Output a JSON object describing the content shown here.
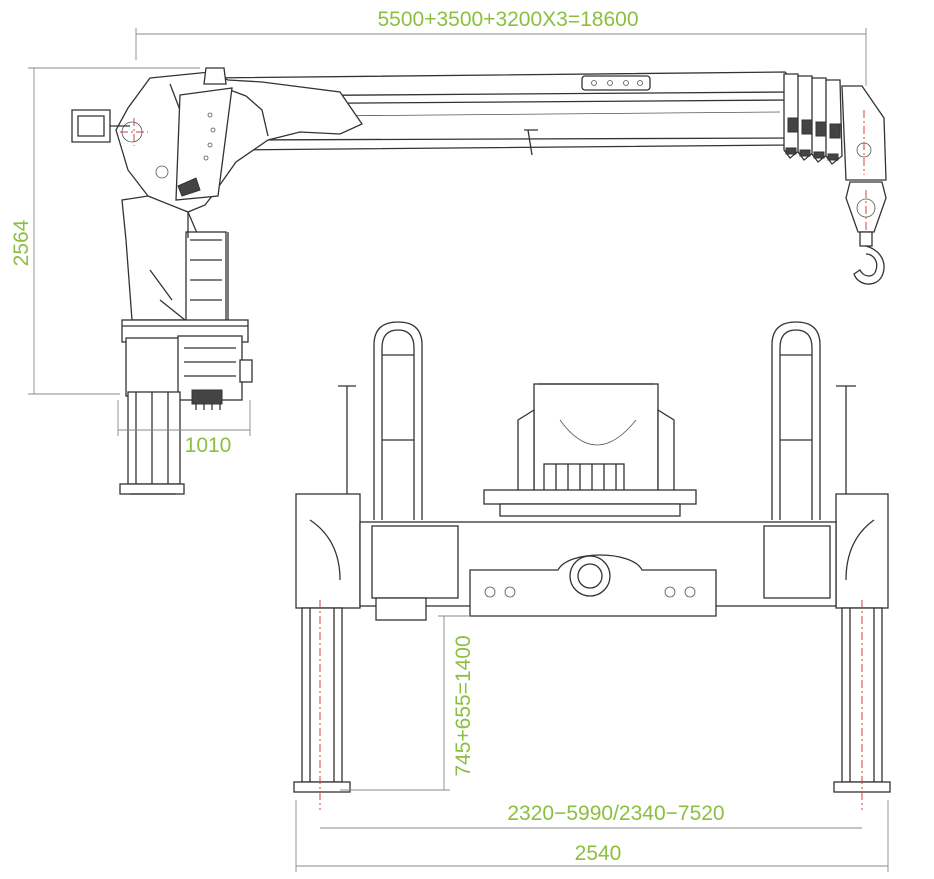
{
  "dimensions": {
    "boom_length": "5500+3500+3200X3=18600",
    "height": "2564",
    "base_width": "1010",
    "outrigger_height": "745+655=1400",
    "outrigger_span": "2320−5990/2340−7520",
    "overall_width": "2540"
  },
  "colors": {
    "dimension_text": "#8cbf3f",
    "dimension_line": "#8a8a8a",
    "drawing_line": "#333333",
    "centerline": "#d04040"
  }
}
